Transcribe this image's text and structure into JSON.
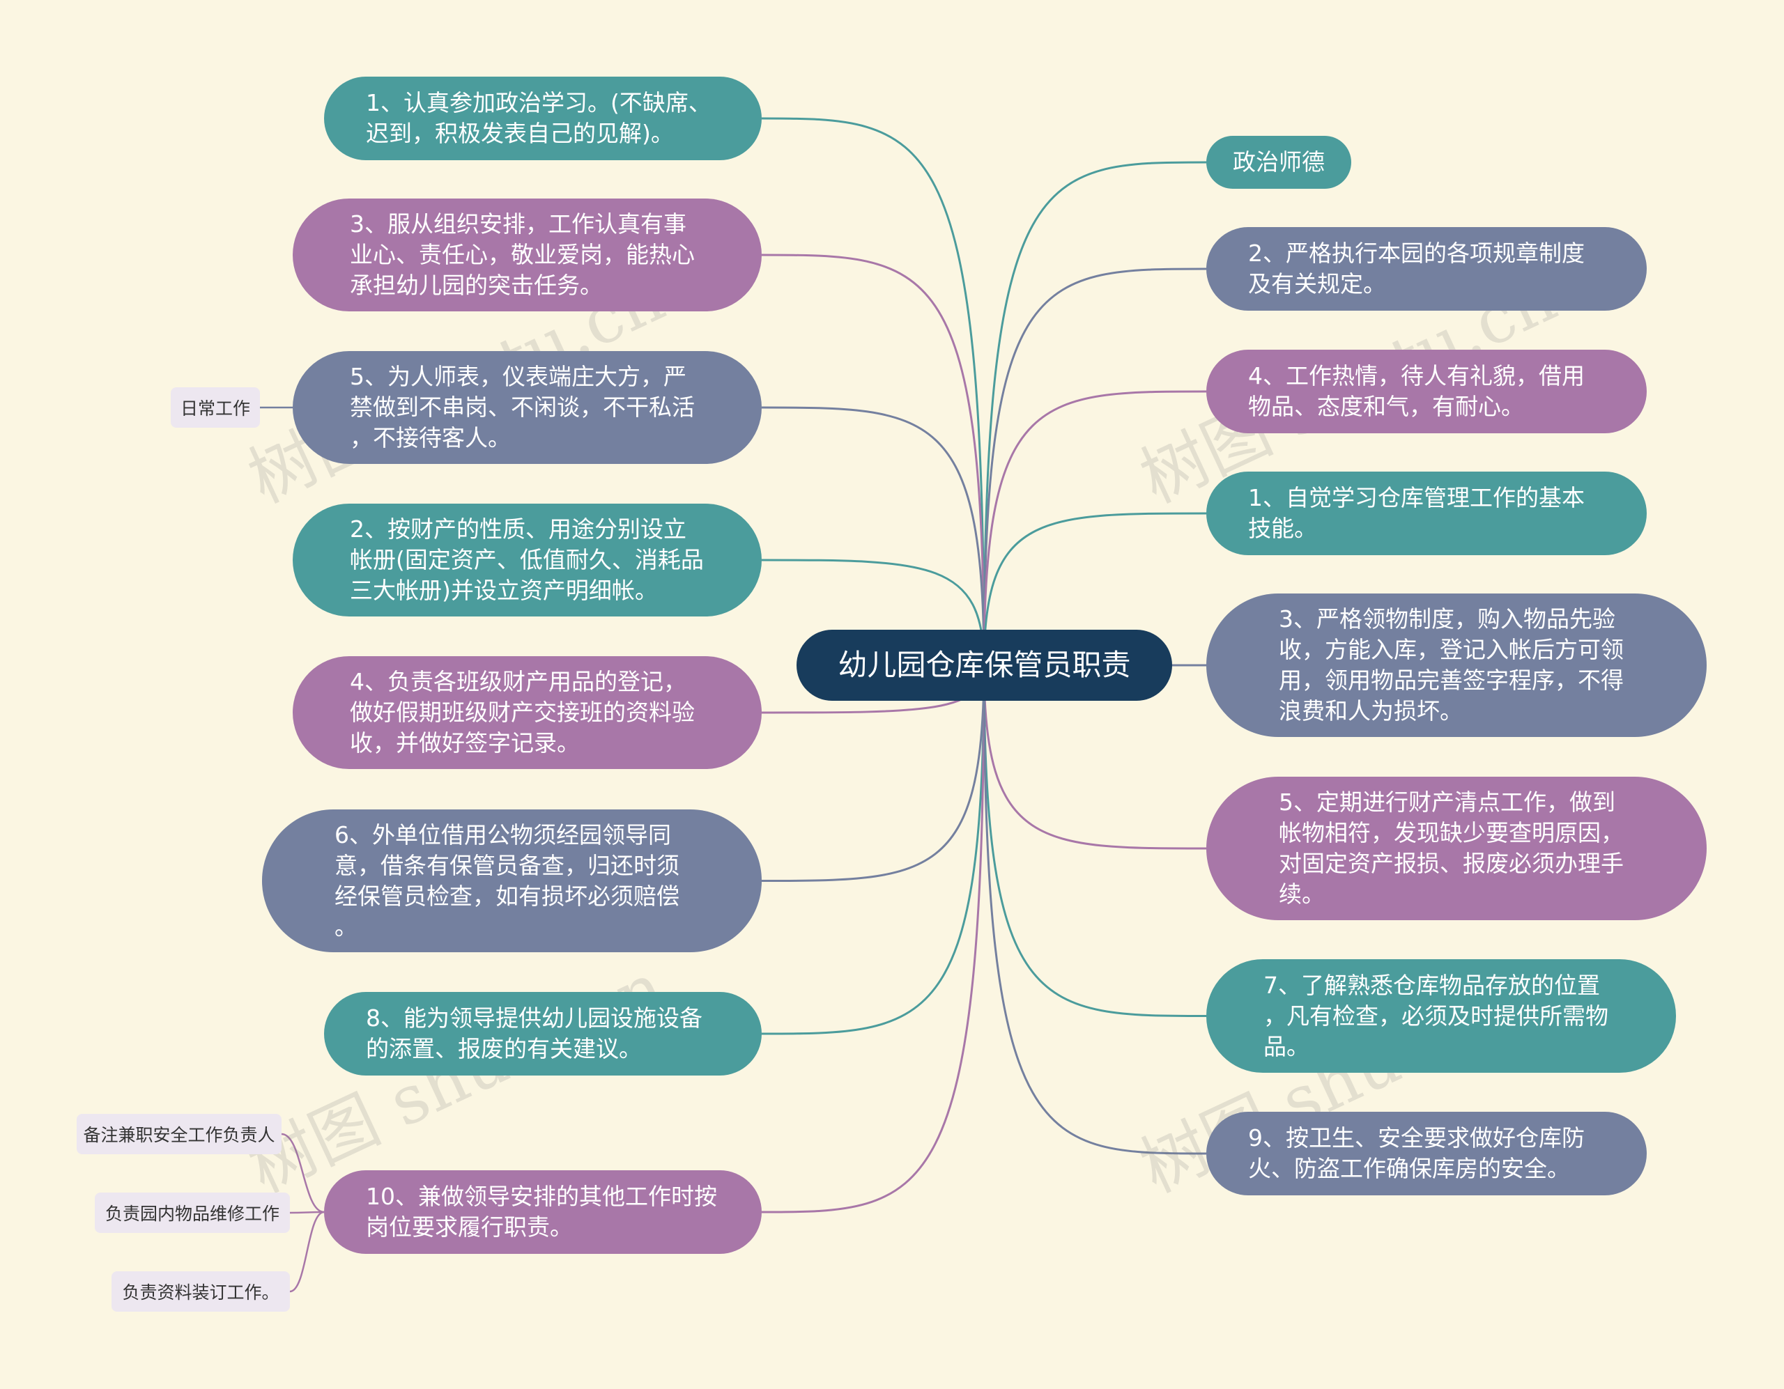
{
  "root": {
    "label": "幼儿园仓库保管员职责"
  },
  "left_nodes": [
    {
      "id": "l1",
      "text": "1、认真参加政治学习。(不缺席、\n迟到，积极发表自己的见解)。"
    },
    {
      "id": "l2",
      "text": "3、服从组织安排，工作认真有事\n业心、责任心，敬业爱岗，能热心\n承担幼儿园的突击任务。"
    },
    {
      "id": "l3",
      "text": "5、为人师表，仪表端庄大方，严\n禁做到不串岗、不闲谈，不干私活\n，不接待客人。"
    },
    {
      "id": "l4",
      "text": "2、按财产的性质、用途分别设立\n帐册(固定资产、低值耐久、消耗品\n三大帐册)并设立资产明细帐。"
    },
    {
      "id": "l5",
      "text": "4、负责各班级财产用品的登记，\n做好假期班级财产交接班的资料验\n收，并做好签字记录。"
    },
    {
      "id": "l6",
      "text": "6、外单位借用公物须经园领导同\n意，借条有保管员备查，归还时须\n经保管员检查，如有损坏必须赔偿\n。"
    },
    {
      "id": "l7",
      "text": "8、能为领导提供幼儿园设施设备\n的添置、报废的有关建议。"
    },
    {
      "id": "l8",
      "text": "10、兼做领导安排的其他工作时按\n岗位要求履行职责。"
    }
  ],
  "right_nodes": [
    {
      "id": "r1",
      "text": "政治师德"
    },
    {
      "id": "r2",
      "text": "2、严格执行本园的各项规章制度\n及有关规定。"
    },
    {
      "id": "r3",
      "text": "4、工作热情，待人有礼貌，借用\n物品、态度和气，有耐心。"
    },
    {
      "id": "r4",
      "text": "1、自觉学习仓库管理工作的基本\n技能。"
    },
    {
      "id": "r5",
      "text": "3、严格领物制度，购入物品先验\n收，方能入库，登记入帐后方可领\n用，领用物品完善签字程序，不得\n浪费和人为损坏。"
    },
    {
      "id": "r6",
      "text": "5、定期进行财产清点工作，做到\n帐物相符，发现缺少要查明原因，\n对固定资产报损、报废必须办理手\n续。"
    },
    {
      "id": "r7",
      "text": "7、了解熟悉仓库物品存放的位置\n，凡有检查，必须及时提供所需物\n品。"
    },
    {
      "id": "r8",
      "text": "9、按卫生、安全要求做好仓库防\n火、防盗工作确保库房的安全。"
    }
  ],
  "tags": [
    {
      "id": "t1",
      "text": "日常工作",
      "attached_to": "l3"
    },
    {
      "id": "t2",
      "text": "备注兼职安全工作负责人",
      "attached_to": "l8"
    },
    {
      "id": "t3",
      "text": "负责园内物品维修工作",
      "attached_to": "l8"
    },
    {
      "id": "t4",
      "text": "负责资料装订工作。",
      "attached_to": "l8"
    }
  ],
  "colors": {
    "background": "#fbf6e2",
    "teal": "#4b9c9c",
    "purple": "#a877a8",
    "slate": "#74809f",
    "root": "#183c5c",
    "tag": "#ede7f0"
  },
  "watermark": "树图 shutu.cn"
}
